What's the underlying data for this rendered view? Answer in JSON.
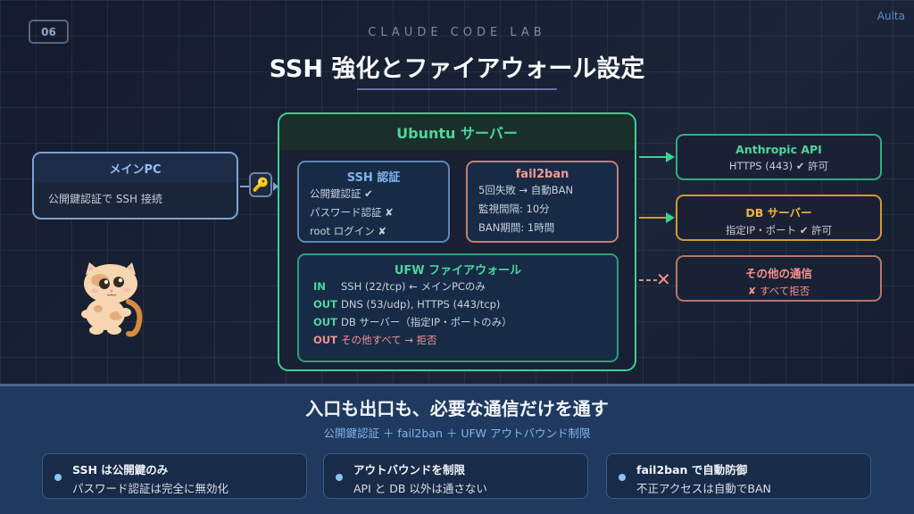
{
  "slide_number": "06",
  "brand": "Aulta",
  "eyebrow": "CLAUDE CODE LAB",
  "title": "SSH 強化とファイアウォール設定",
  "main_pc": {
    "title": "メインPC",
    "description": "公開鍵認証で SSH 接続",
    "key_icon": "🔑"
  },
  "server": {
    "title": "Ubuntu サーバー",
    "ssh_auth": {
      "title": "SSH 認証",
      "lines": [
        "公開鍵認証 ✔",
        "パスワード認証 ✘",
        "root ログイン ✘"
      ]
    },
    "fail2ban": {
      "title": "fail2ban",
      "lines": [
        "5回失敗 → 自動BAN",
        "監視間隔: 10分",
        "BAN期間: 1時間"
      ]
    },
    "ufw": {
      "title": "UFW ファイアウォール",
      "rules": [
        {
          "dir": "IN",
          "text": "SSH (22/tcp) ← メインPCのみ",
          "status": "allow"
        },
        {
          "dir": "OUT",
          "text": "DNS (53/udp), HTTPS (443/tcp)",
          "status": "allow"
        },
        {
          "dir": "OUT",
          "text": "DB サーバー（指定IP・ポートのみ）",
          "status": "allow"
        },
        {
          "dir": "OUT",
          "text": "その他すべて → 拒否",
          "status": "deny"
        }
      ]
    }
  },
  "targets": [
    {
      "title": "Anthropic API",
      "sub": "HTTPS (443) ✔ 許可",
      "color": "#4fd69b"
    },
    {
      "title": "DB サーバー",
      "sub": "指定IP・ポート ✔ 許可",
      "color": "#f4b43c"
    },
    {
      "title": "その他の通信",
      "sub": "✘ すべて拒否",
      "color": "#f2928b"
    }
  ],
  "blocked_mark": "✕",
  "summary": {
    "title": "入口も出口も、必要な通信だけを通す",
    "subtitle": "公開鍵認証 ＋ fail2ban ＋ UFW アウトバウンド制限",
    "points": [
      {
        "title": "SSH は公開鍵のみ",
        "sub": "パスワード認証は完全に無効化"
      },
      {
        "title": "アウトバウンドを制限",
        "sub": "API と DB 以外は通さない"
      },
      {
        "title": "fail2ban で自動防御",
        "sub": "不正アクセスは自動でBAN"
      }
    ]
  }
}
